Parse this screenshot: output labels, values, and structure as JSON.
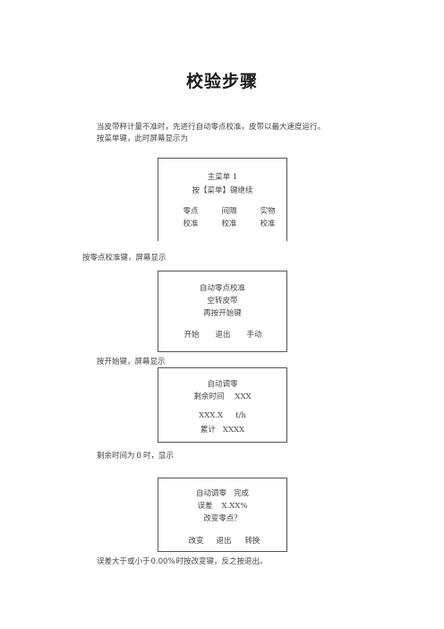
{
  "title": "校验步骤",
  "intro": {
    "line1": "当皮带秤计量不准时，先进行自动零点校准，皮带以最大速度运行。",
    "line2": "按菜单键，此时屏幕显示为"
  },
  "screen1": {
    "line1": "主菜单 1",
    "line2": "按【菜单】键继续",
    "col1": [
      "零点",
      "校准"
    ],
    "col2": [
      "间隔",
      "校准"
    ],
    "col3": [
      "实物",
      "校准"
    ]
  },
  "text2": "按零点校准键，屏幕显示",
  "screen2": {
    "line1": "自动零点校准",
    "line2": "空转皮带",
    "line3": "再按开始键",
    "opt1": "开始",
    "opt2": "退出",
    "opt3": "手动"
  },
  "text3": "按开始键，屏幕显示",
  "screen3": {
    "line1": "自动调零",
    "line2_label": "剩余时间",
    "line2_value": "XXX",
    "line3_value": "XXX.X",
    "line3_unit": "t/h",
    "line4_label": "累计",
    "line4_value": "XXXX"
  },
  "text4": {
    "before": "剩余时间为",
    "value": "0",
    "after": "时，显示"
  },
  "screen4": {
    "line1_label": "自动调零",
    "line1_status": "完成",
    "line2_label": "误差",
    "line2_value": "X.XX%",
    "line3": "改变零点？",
    "opt1": "改变",
    "opt2": "退出",
    "opt3": "转换"
  },
  "text5": {
    "before": "误差大于或小于",
    "value": "0.00%",
    "after": "时按改变键，反之按退出。"
  }
}
